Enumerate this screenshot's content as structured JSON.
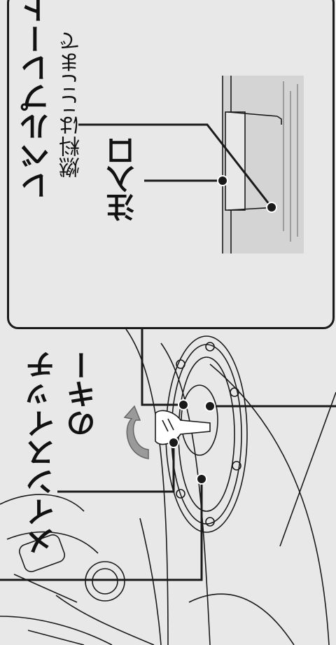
{
  "labels": {
    "level_plate": "レベルプレート",
    "fuel_limit": "燃料はここまで",
    "filler_inlet": "注入口",
    "main_switch_key_line1": "メインスイッチ",
    "main_switch_key_line2": "のキー"
  },
  "colors": {
    "background": "#e8e8e8",
    "line": "#1a1a1a",
    "arrow": "#888888"
  }
}
